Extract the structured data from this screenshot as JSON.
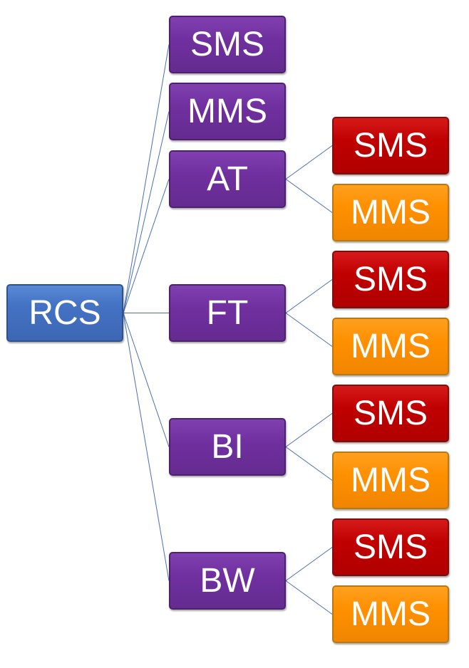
{
  "colors": {
    "root": "#4472c4",
    "level1": "#7030a0",
    "sms_leaf": "#c00000",
    "mms_leaf": "#ff9000",
    "connector": "#4a6fb5",
    "text": "#ffffff"
  },
  "tree": {
    "root": {
      "label": "RCS"
    },
    "children": [
      {
        "label": "SMS",
        "children": []
      },
      {
        "label": "MMS",
        "children": []
      },
      {
        "label": "AT",
        "children": [
          {
            "label": "SMS"
          },
          {
            "label": "MMS"
          }
        ]
      },
      {
        "label": "FT",
        "children": [
          {
            "label": "SMS"
          },
          {
            "label": "MMS"
          }
        ]
      },
      {
        "label": "BI",
        "children": [
          {
            "label": "SMS"
          },
          {
            "label": "MMS"
          }
        ]
      },
      {
        "label": "BW",
        "children": [
          {
            "label": "SMS"
          },
          {
            "label": "MMS"
          }
        ]
      }
    ]
  }
}
